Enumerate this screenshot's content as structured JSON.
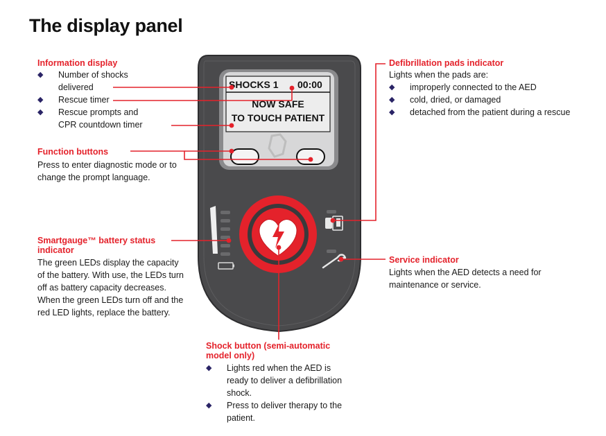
{
  "title": "The display panel",
  "info_display": {
    "heading": "Information display",
    "items": [
      "Number of shocks delivered",
      "Rescue timer",
      "Rescue prompts and CPR countdown timer"
    ]
  },
  "function_buttons": {
    "heading": "Function buttons",
    "text": "Press to enter diagnostic mode or to change the prompt language."
  },
  "battery": {
    "heading": "Smartgauge™ battery status indicator",
    "text": "The green LEDs display the capacity of the battery. With use, the LEDs turn off as battery capacity decreases. When the green LEDs turn off and the red LED lights, replace the battery."
  },
  "shock_button": {
    "heading": "Shock button (semi-automatic model only)",
    "items": [
      "Lights red when the AED is ready to deliver a defibrillation shock.",
      "Press to deliver therapy to the patient."
    ]
  },
  "pads": {
    "heading": "Defibrillation pads indicator",
    "intro": "Lights when the pads are:",
    "items": [
      "improperly connected to the AED",
      "cold, dried, or damaged",
      "detached from the patient during a rescue"
    ]
  },
  "service": {
    "heading": "Service indicator",
    "text": "Lights when the AED detects a need for maintenance or service."
  },
  "screen": {
    "shocks": "SHOCKS 1",
    "timer": "00:00",
    "line1": "NOW SAFE",
    "line2": "TO TOUCH PATIENT"
  },
  "colors": {
    "accent_red": "#e4222b",
    "device_body": "#4a4a4c",
    "bullet": "#2a2466",
    "screen_bg": "#e9e9e9"
  }
}
